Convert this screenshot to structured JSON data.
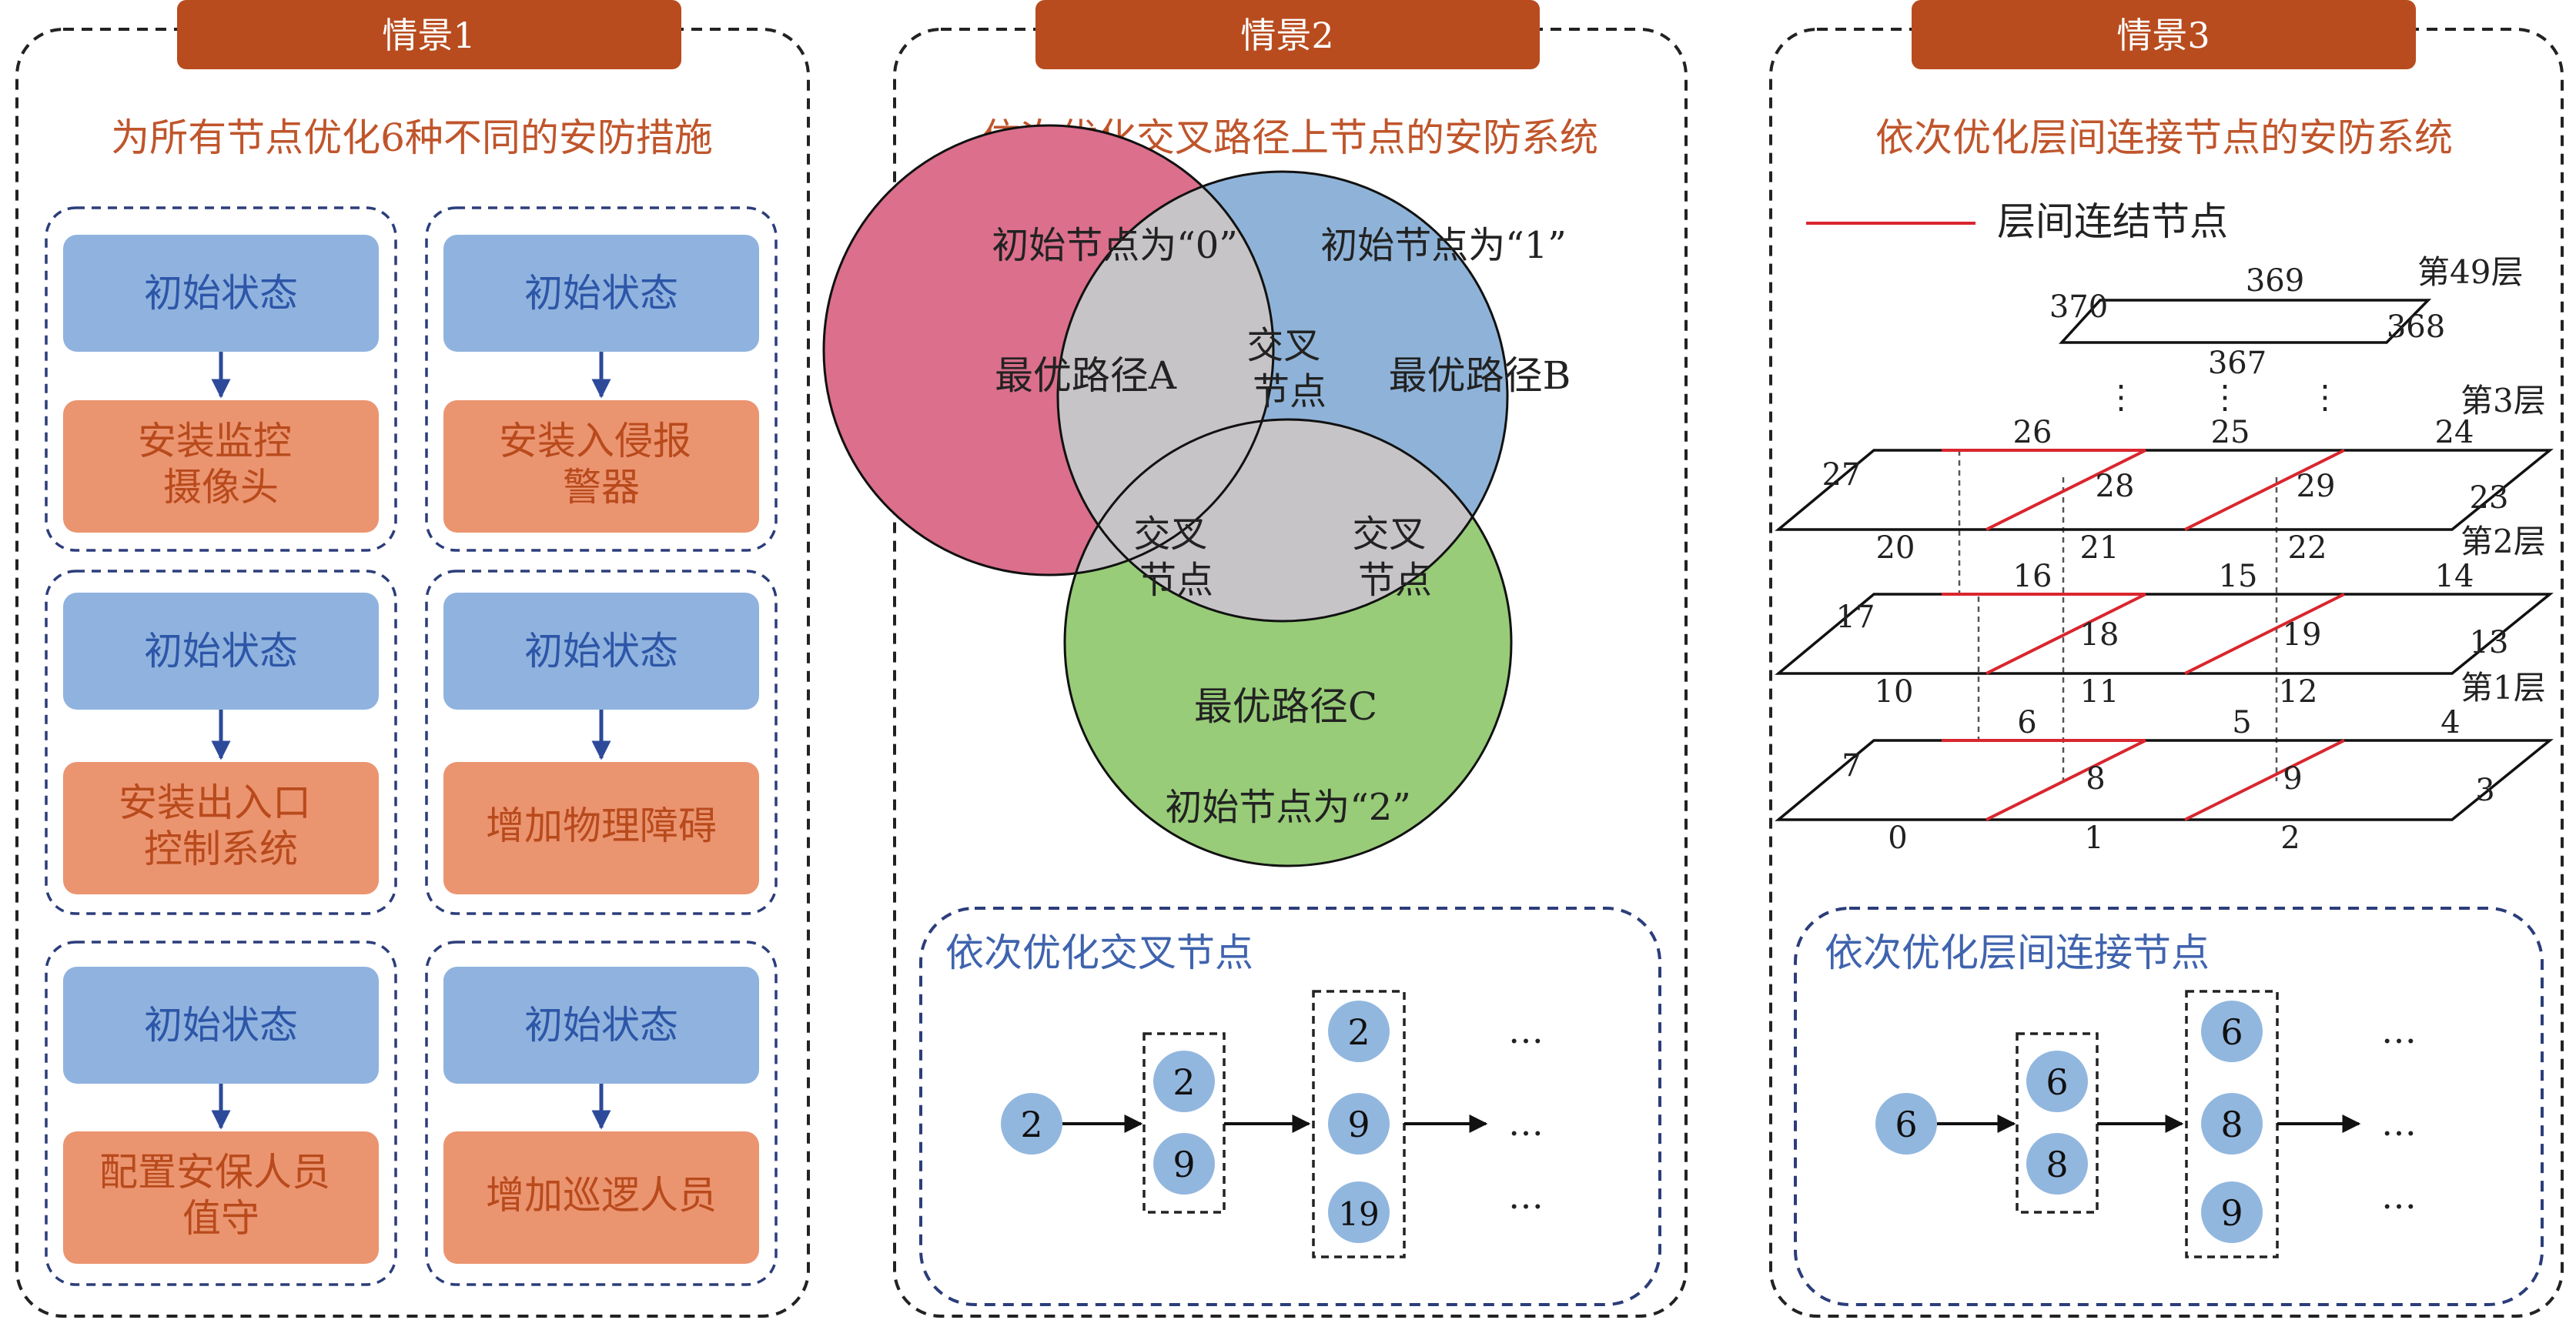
{
  "colors": {
    "header_bg": "#b84c1f",
    "header_text": "#ffffff",
    "subtitle_text": "#c0552b",
    "blue_box": "#8fb3de",
    "blue_text": "#2d56a8",
    "orange_box": "#eb9470",
    "orange_text": "#b84a1c",
    "arrow": "#2d4a9a",
    "circle_a": "#db6f8c",
    "circle_b": "#8fb3d8",
    "circle_c": "#98cc78",
    "overlap": "#c6c4c6",
    "node_fill": "#92b7df",
    "red_link": "#d9262e",
    "panel_border": "#222222",
    "group_border": "#2b3d7a",
    "sublabel_text": "#3f63ae"
  },
  "panel1": {
    "header": "情景1",
    "subtitle": "为所有节点优化6种不同的安防措施",
    "groups": [
      {
        "initial": "初始状态",
        "measure": [
          "安装监控",
          "摄像头"
        ]
      },
      {
        "initial": "初始状态",
        "measure": [
          "安装入侵报",
          "警器"
        ]
      },
      {
        "initial": "初始状态",
        "measure": [
          "安装出入口",
          "控制系统"
        ]
      },
      {
        "initial": "初始状态",
        "measure": [
          "增加物理障碍"
        ]
      },
      {
        "initial": "初始状态",
        "measure": [
          "配置安保人员",
          "值守"
        ]
      },
      {
        "initial": "初始状态",
        "measure": [
          "增加巡逻人员"
        ]
      }
    ]
  },
  "panel2": {
    "header": "情景2",
    "subtitle": "依次优化交叉路径上节点的安防系统",
    "venn": {
      "a_initial": "初始节点为“0”",
      "b_initial": "初始节点为“1”",
      "c_initial": "初始节点为“2”",
      "a_label": "最优路径A",
      "b_label": "最优路径B",
      "c_label": "最优路径C",
      "cross": [
        "交叉",
        "节点"
      ]
    },
    "sequence": {
      "label": "依次优化交叉节点",
      "start": "2",
      "step2": [
        "2",
        "9"
      ],
      "step3": [
        "2",
        "9",
        "19"
      ],
      "ellipsis": "…"
    }
  },
  "panel3": {
    "header": "情景3",
    "subtitle": "依次优化层间连接节点的安防系统",
    "legend": "层间连结节点",
    "layers": {
      "top": {
        "name": "第49层",
        "nodes": [
          "370",
          "369",
          "368",
          "367"
        ]
      },
      "l3": {
        "name": "第3层",
        "nodes": [
          "27",
          "26",
          "25",
          "24",
          "28",
          "29",
          "23",
          "20",
          "21",
          "22"
        ]
      },
      "l2": {
        "name": "第2层",
        "nodes": [
          "17",
          "16",
          "15",
          "14",
          "18",
          "19",
          "13",
          "10",
          "11",
          "12"
        ]
      },
      "l1": {
        "name": "第1层",
        "nodes": [
          "7",
          "6",
          "5",
          "4",
          "8",
          "9",
          "3",
          "0",
          "1",
          "2"
        ]
      },
      "vdots": "⋮"
    },
    "sequence": {
      "label": "依次优化层间连接节点",
      "start": "6",
      "step2": [
        "6",
        "8"
      ],
      "step3": [
        "6",
        "8",
        "9"
      ],
      "ellipsis": "…"
    }
  }
}
